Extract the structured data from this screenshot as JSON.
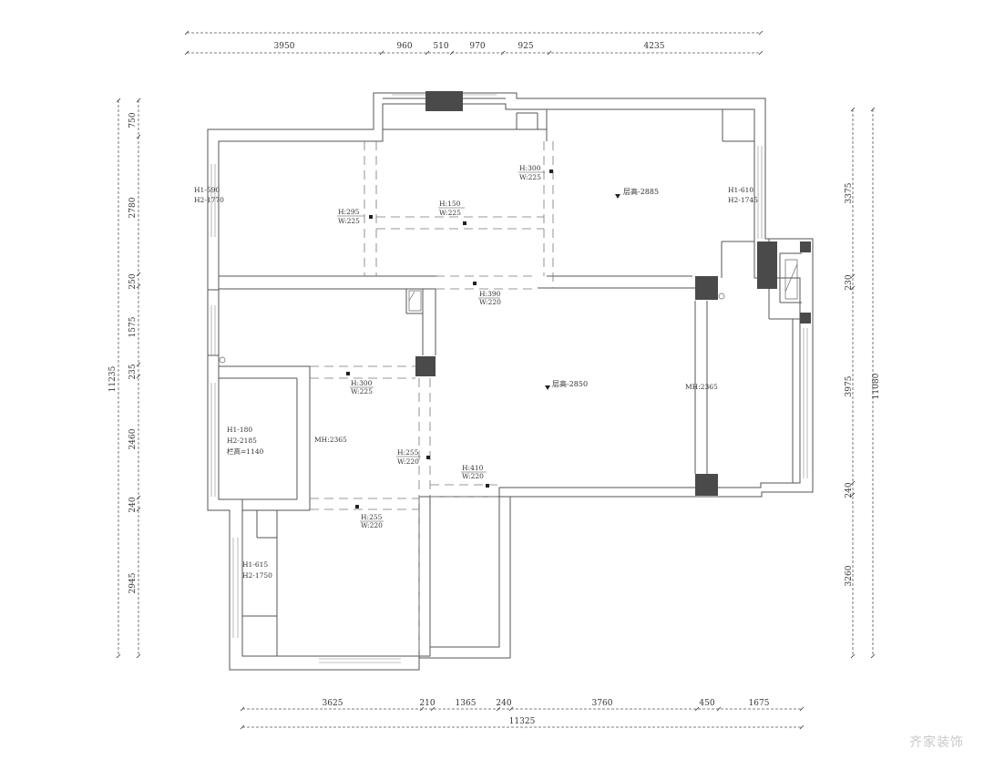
{
  "dimensions": {
    "top": [
      "3950",
      "960",
      "510",
      "970",
      "925",
      "4235"
    ],
    "bottom": [
      "3625",
      "210",
      "1365",
      "240",
      "3760",
      "450",
      "1675"
    ],
    "bottom_total": "11325",
    "left": [
      "750",
      "2780",
      "250",
      "1575",
      "235",
      "2460",
      "240",
      "2945"
    ],
    "left_total": "11235",
    "right": [
      "3375",
      "230",
      "3975",
      "240",
      "3260"
    ],
    "right_total": "11080"
  },
  "labels": {
    "win_h1_590": "H1-590",
    "win_h2_1770": "H2-1770",
    "win_h1_610": "H1-610",
    "win_h2_1745": "H2-1745",
    "bay_h1_180": "H1-180",
    "bay_h2_2185": "H2-2185",
    "bay_rail_1140": "栏高=1140",
    "win_h1_615": "H1-615",
    "win_h2_1750": "H2-1750",
    "ceiling_2885": "层高-2885",
    "ceiling_2850": "层高-2850",
    "door_mh_left": "MH:2365",
    "door_mh_right": "MH:2365"
  },
  "beams": [
    {
      "h": "H:300",
      "w": "W:225"
    },
    {
      "h": "H:295",
      "w": "W:225"
    },
    {
      "h": "H:150",
      "w": "W:225"
    },
    {
      "h": "H:390",
      "w": "W:220"
    },
    {
      "h": "H:300",
      "w": "W:225"
    },
    {
      "h": "H:255",
      "w": "W:220"
    },
    {
      "h": "H:410",
      "w": "W:220"
    },
    {
      "h": "H:255",
      "w": "W:220"
    }
  ],
  "watermark": "齐家装饰"
}
